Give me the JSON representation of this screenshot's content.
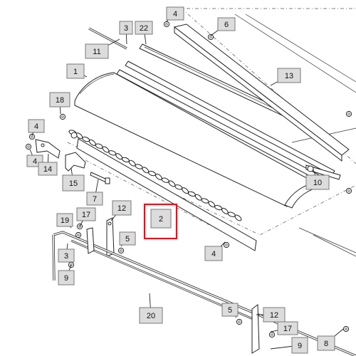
{
  "diagram": {
    "highlight_color": "#e0141e",
    "callout_fill": "#dcdcdc",
    "callouts": [
      {
        "id": "c4a",
        "label": "4"
      },
      {
        "id": "c3a",
        "label": "3"
      },
      {
        "id": "c22",
        "label": "22"
      },
      {
        "id": "c6",
        "label": "6"
      },
      {
        "id": "c11",
        "label": "11"
      },
      {
        "id": "c1",
        "label": "1"
      },
      {
        "id": "c13",
        "label": "13"
      },
      {
        "id": "c18",
        "label": "18"
      },
      {
        "id": "c4b",
        "label": "4"
      },
      {
        "id": "c4c",
        "label": "4"
      },
      {
        "id": "c14",
        "label": "14"
      },
      {
        "id": "c15",
        "label": "15"
      },
      {
        "id": "c10",
        "label": "10"
      },
      {
        "id": "c7",
        "label": "7"
      },
      {
        "id": "c19",
        "label": "19"
      },
      {
        "id": "c17a",
        "label": "17"
      },
      {
        "id": "c12a",
        "label": "12"
      },
      {
        "id": "c2",
        "label": "2"
      },
      {
        "id": "c5a",
        "label": "5"
      },
      {
        "id": "c3b",
        "label": "3"
      },
      {
        "id": "c4d",
        "label": "4"
      },
      {
        "id": "c9a",
        "label": "9"
      },
      {
        "id": "c20",
        "label": "20"
      },
      {
        "id": "c5b",
        "label": "5"
      },
      {
        "id": "c12b",
        "label": "12"
      },
      {
        "id": "c17b",
        "label": "17"
      },
      {
        "id": "c9b",
        "label": "9"
      },
      {
        "id": "c8",
        "label": "8"
      }
    ]
  }
}
